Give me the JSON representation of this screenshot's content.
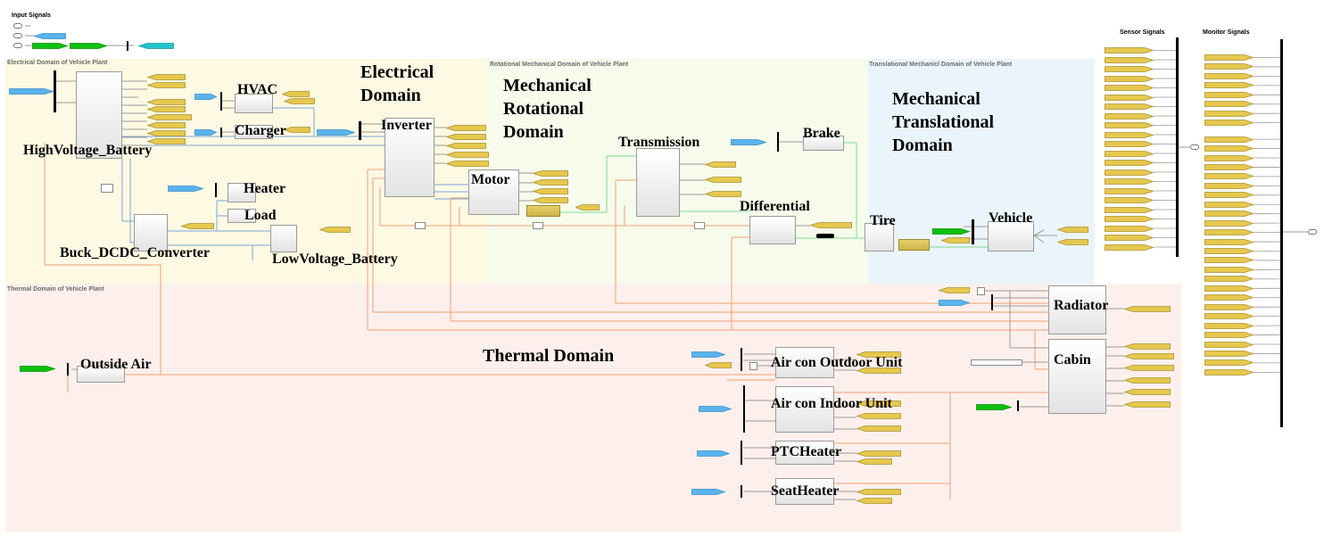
{
  "input_signals": {
    "title": "Input Signals"
  },
  "regions": {
    "electrical": {
      "title": "Electrical Domain of Vehicle Plant",
      "label_line1": "Electrical",
      "label_line2": "Domain",
      "color": "#fdf9e3"
    },
    "rotational": {
      "title": "Rotational Mechanical Domain of Vehicle Plant",
      "label_line1": "Mechanical",
      "label_line2": "Rotational",
      "label_line3": "Domain",
      "color": "#f6fbeb"
    },
    "translational": {
      "title": "Translational Mechanicl Domain of Vehicle Plant",
      "label_line1": "Mechanical",
      "label_line2": "Translational",
      "label_line3": "Domain",
      "color": "#eaf5fb"
    },
    "thermal": {
      "title": "Thermal Domain of Vehicle Plant",
      "label": "Thermal Domain",
      "color": "#fdf0ec"
    }
  },
  "blocks": {
    "high_voltage_battery": "HighVoltage_Battery",
    "hvac": "HVAC",
    "charger": "Charger",
    "inverter": "Inverter",
    "heater": "Heater",
    "load": "Load",
    "buck_dcdc_converter": "Buck_DCDC_Converter",
    "low_voltage_battery": "LowVoltage_Battery",
    "motor": "Motor",
    "transmission": "Transmission",
    "brake": "Brake",
    "differential": "Differential",
    "tire": "Tire",
    "vehicle": "Vehicle",
    "radiator": "Radiator",
    "cabin": "Cabin",
    "outside_air": "Outside Air",
    "air_con_outdoor_unit": "Air con Outdoor Unit",
    "air_con_indoor_unit": "Air con Indoor Unit",
    "ptc_heater": "PTCHeater",
    "seat_heater": "SeatHeater"
  },
  "outputs": {
    "sensor_signals": {
      "title": "Sensor Signals",
      "tag_count": 22
    },
    "monitor_signals": {
      "title": "Monitor Signals",
      "tag_count": 34
    }
  },
  "colors": {
    "goto_tag": "#e6c84f",
    "from_tag_blue": "#5ab4ec",
    "from_tag_green": "#10c010",
    "from_tag_cyan": "#22c6cc",
    "electrical_wire": "#7aa8d8",
    "thermal_wire": "#f0a070",
    "mechanical_wire": "#80d890"
  }
}
